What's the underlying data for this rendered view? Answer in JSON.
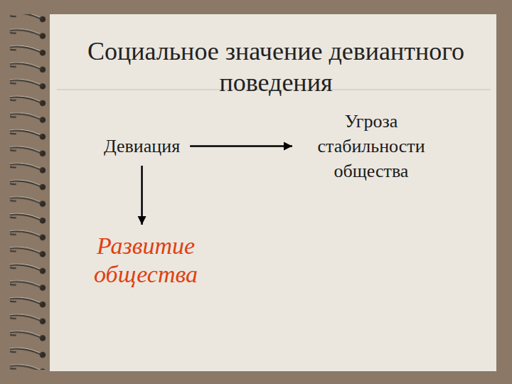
{
  "diagram": {
    "title": "Социальное значение девиантного поведения",
    "nodes": [
      {
        "text": [
          "Девиация"
        ]
      },
      {
        "text": [
          "Угроза стабильности общества"
        ]
      },
      {
        "text": [
          "Развитие общества"
        ]
      }
    ],
    "edges": [
      {
        "from": 0,
        "to": 1,
        "arrow": "to"
      },
      {
        "from": 0,
        "to": 2,
        "arrow": "to"
      }
    ]
  }
}
